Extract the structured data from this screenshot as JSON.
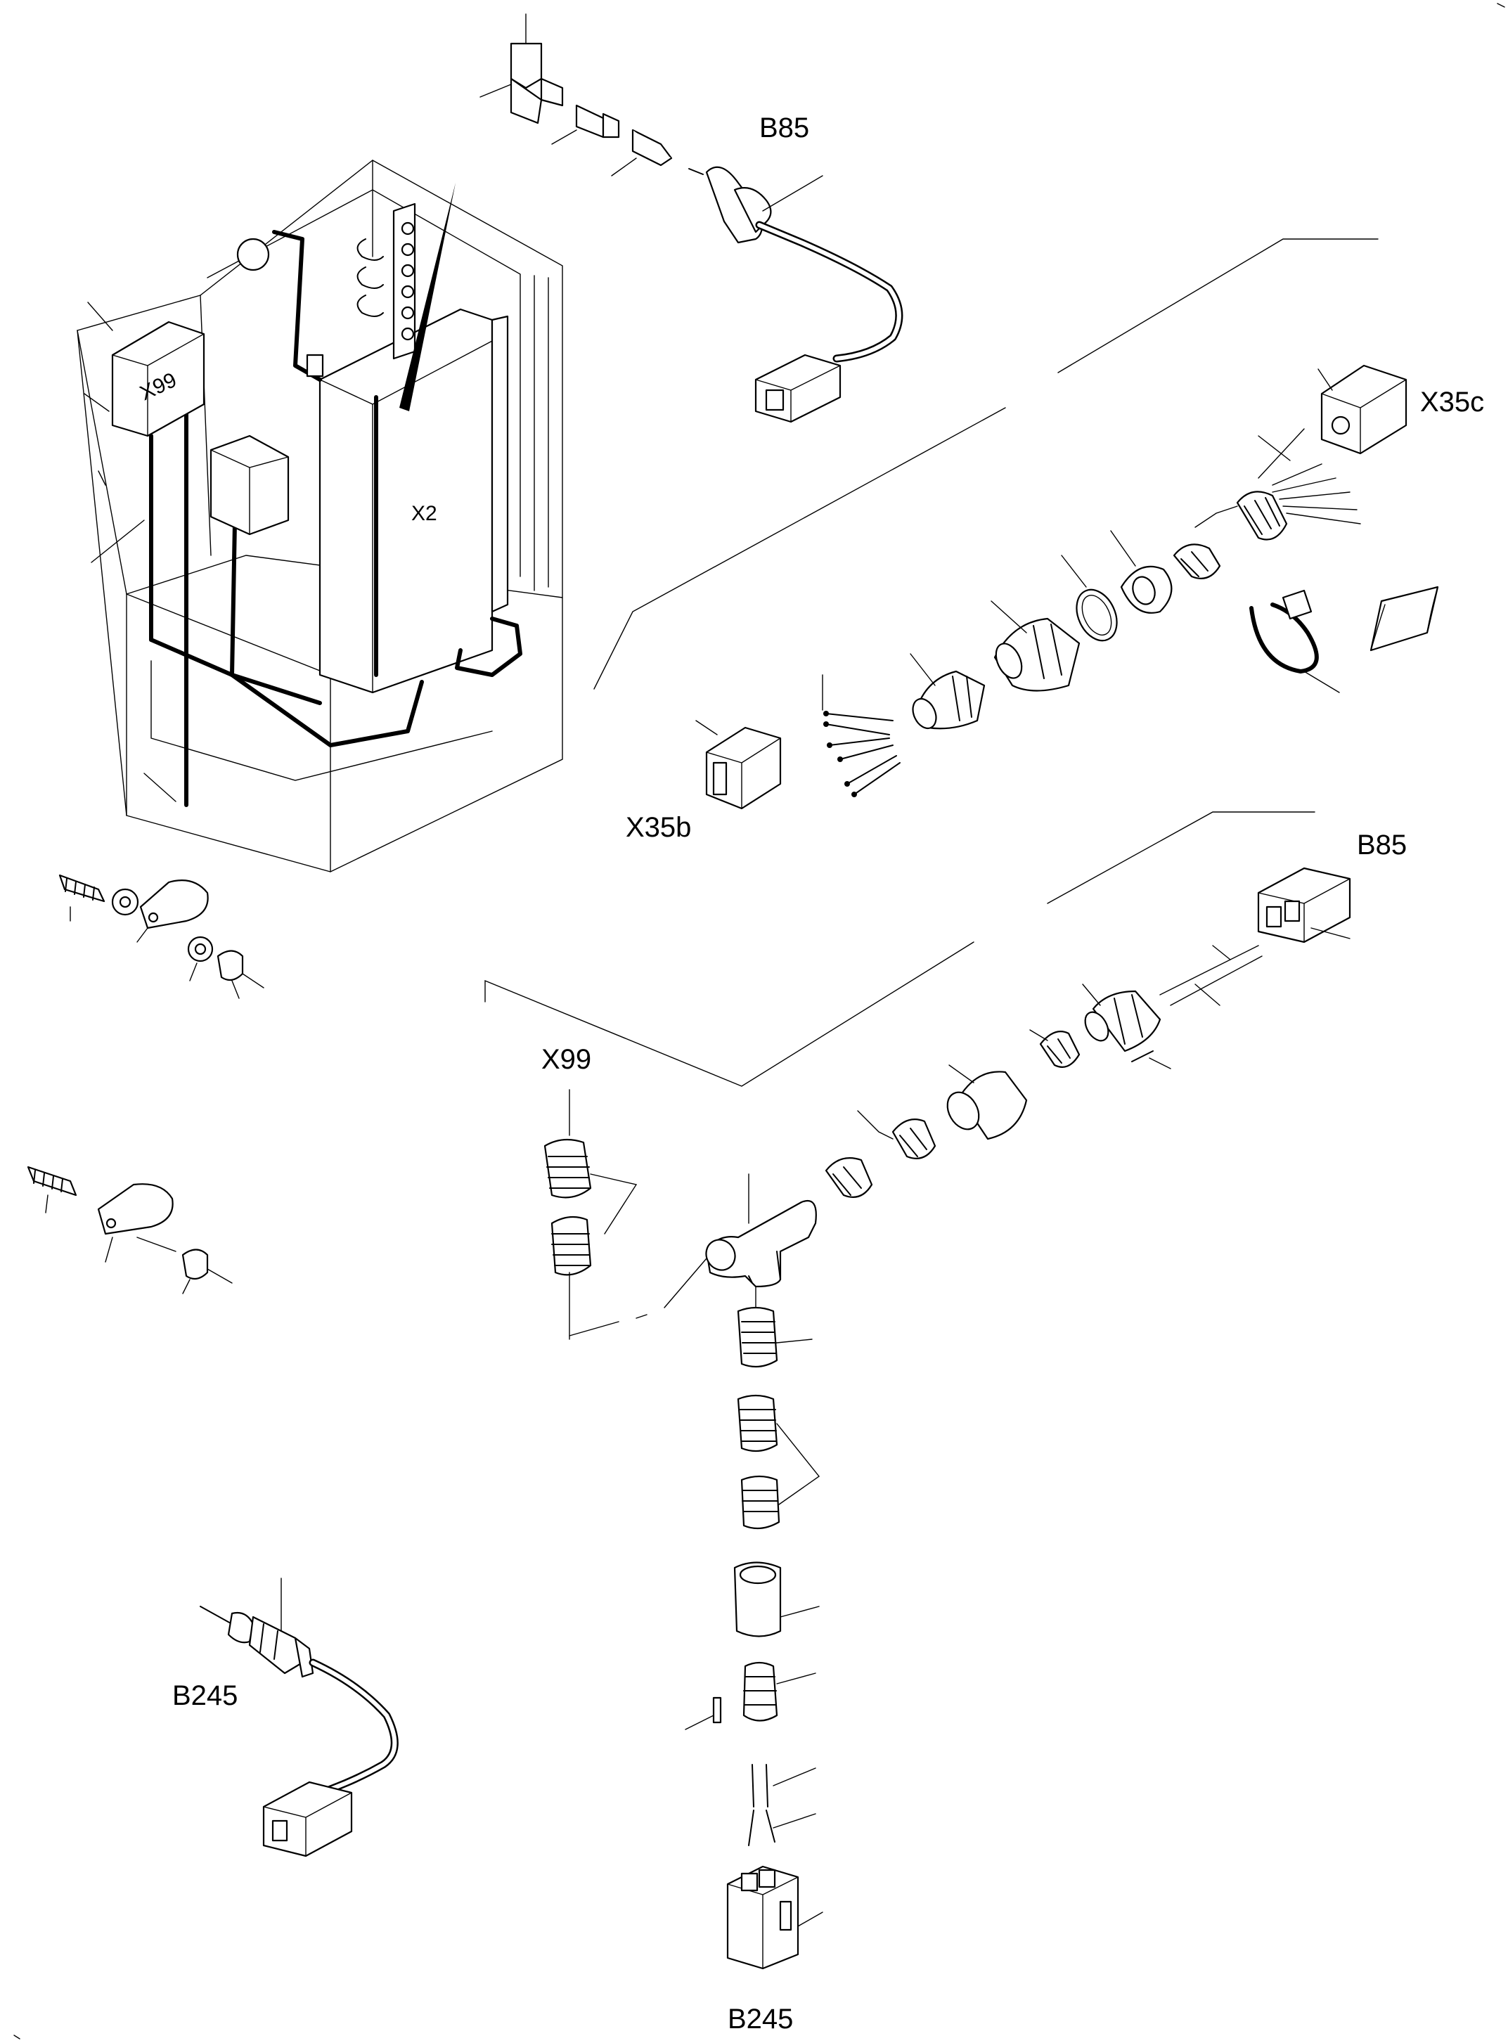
{
  "diagram": {
    "labels": {
      "b85_top": "B85",
      "x35c": "X35c",
      "x35b": "X35b",
      "b85_right": "B85",
      "x99_top": "X99",
      "b245_left": "B245",
      "b245_bottom": "B245",
      "x99_box": "X99",
      "x2_box": "X2"
    }
  }
}
